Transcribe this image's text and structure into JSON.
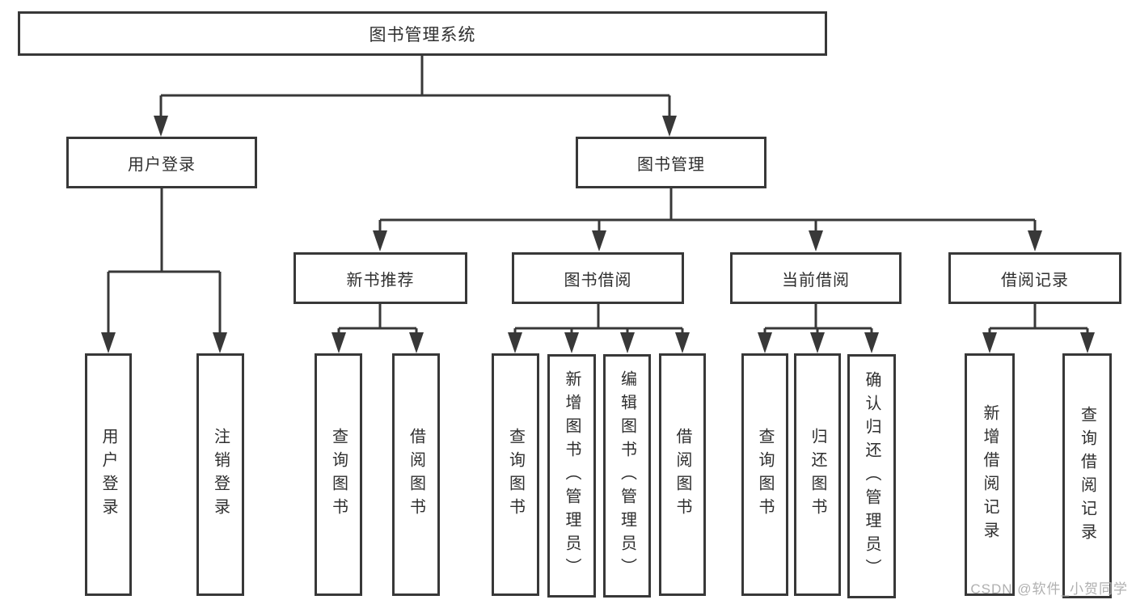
{
  "diagram_title": "图书管理系统",
  "tree": {
    "root": "图书管理系统",
    "branches": [
      {
        "label": "用户登录",
        "leaves": [
          "用户登录",
          "注销登录"
        ]
      },
      {
        "label": "图书管理",
        "children": [
          {
            "label": "新书推荐",
            "leaves": [
              "查询图书",
              "借阅图书"
            ]
          },
          {
            "label": "图书借阅",
            "leaves": [
              "查询图书",
              "新增图书（管理员）",
              "编辑图书（管理员）",
              "借阅图书"
            ]
          },
          {
            "label": "当前借阅",
            "leaves": [
              "查询图书",
              "归还图书",
              "确认归还（管理员）"
            ]
          },
          {
            "label": "借阅记录",
            "leaves": [
              "新增借阅记录",
              "查询借阅记录"
            ]
          }
        ]
      }
    ]
  },
  "watermark": "CSDN @软件_小贺同学",
  "colors": {
    "line": "#383838",
    "box_border": "#383838",
    "box_fill": "#ffffff",
    "text": "#2f2f2f",
    "watermark": "#b0b0b0",
    "background": "#ffffff"
  }
}
